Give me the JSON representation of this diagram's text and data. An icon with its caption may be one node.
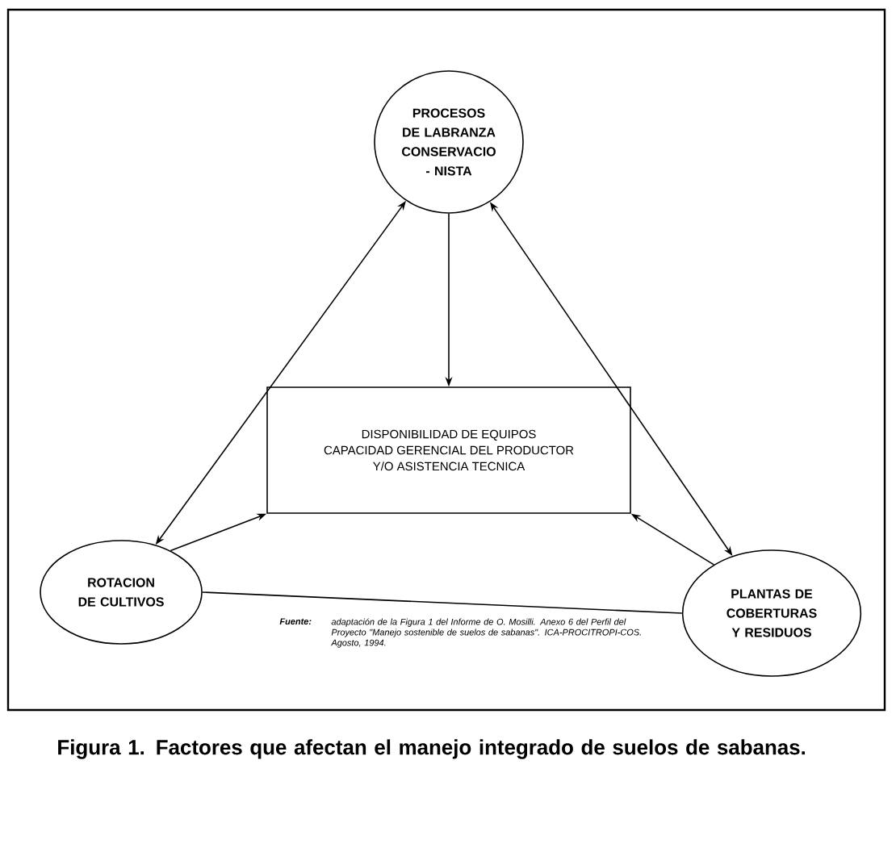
{
  "diagram": {
    "caption": "Figura 1.  Factores que afectan el manejo integrado de suelos de sabanas.",
    "nodes": [
      {
        "text": [
          "PROCESOS DE LABRANZA CONSERVACIO - NISTA"
        ]
      },
      {
        "text": [
          "DISPONIBILIDAD DE EQUIPOS",
          "CAPACIDAD GERENCIAL DEL PRODUCTOR",
          "Y/O ASISTENCIA TECNICA"
        ]
      },
      {
        "text": [
          "ROTACION DE CULTIVOS"
        ]
      },
      {
        "text": [
          "PLANTAS DE COBERTURAS Y RESIDUOS"
        ]
      }
    ],
    "edges": [
      {
        "from": 0,
        "to": 1,
        "arrow": "to"
      },
      {
        "from": 0,
        "to": 2,
        "arrow": "both"
      },
      {
        "from": 0,
        "to": 3,
        "arrow": "both"
      },
      {
        "from": 2,
        "to": 1,
        "arrow": "to"
      },
      {
        "from": 3,
        "to": 1,
        "arrow": "to"
      },
      {
        "from": 2,
        "to": 3,
        "arrow": "none"
      }
    ],
    "labels": [
      "Fuente:",
      "adaptación de la Figura 1 del Informe de O. Mosilli. Anexo 6 del Perfil del Proyecto \"*Manejo sostenible de suelos de sabanas*\". ICA-PROCITROPI-COS. Agosto, 1994."
    ]
  }
}
